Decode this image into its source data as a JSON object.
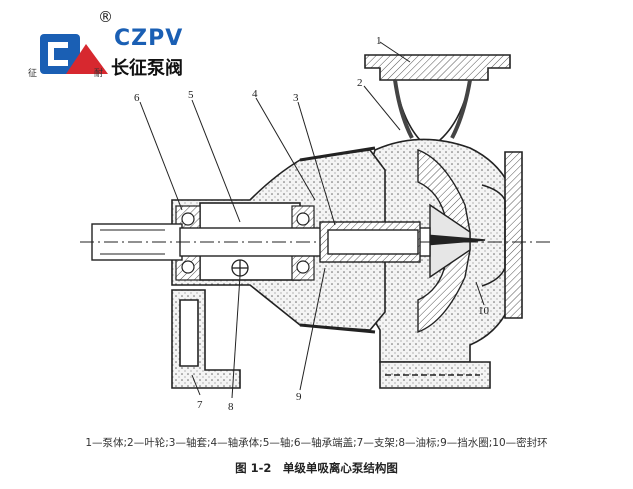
{
  "logo": {
    "registered": "®",
    "brand": "CZPV",
    "name_cn": "长征泵阀",
    "small_left": "征",
    "small_right": "耐"
  },
  "diagram": {
    "part_numbers": [
      "1",
      "2",
      "3",
      "4",
      "5",
      "6",
      "7",
      "8",
      "9",
      "10"
    ]
  },
  "legend": "1—泵体;2—叶轮;3—轴套;4—轴承体;5—轴;6—轴承端盖;7—支架;8—油标;9—挡水圈;10—密封环",
  "caption": "图 1-2　单级单吸离心泵结构图"
}
